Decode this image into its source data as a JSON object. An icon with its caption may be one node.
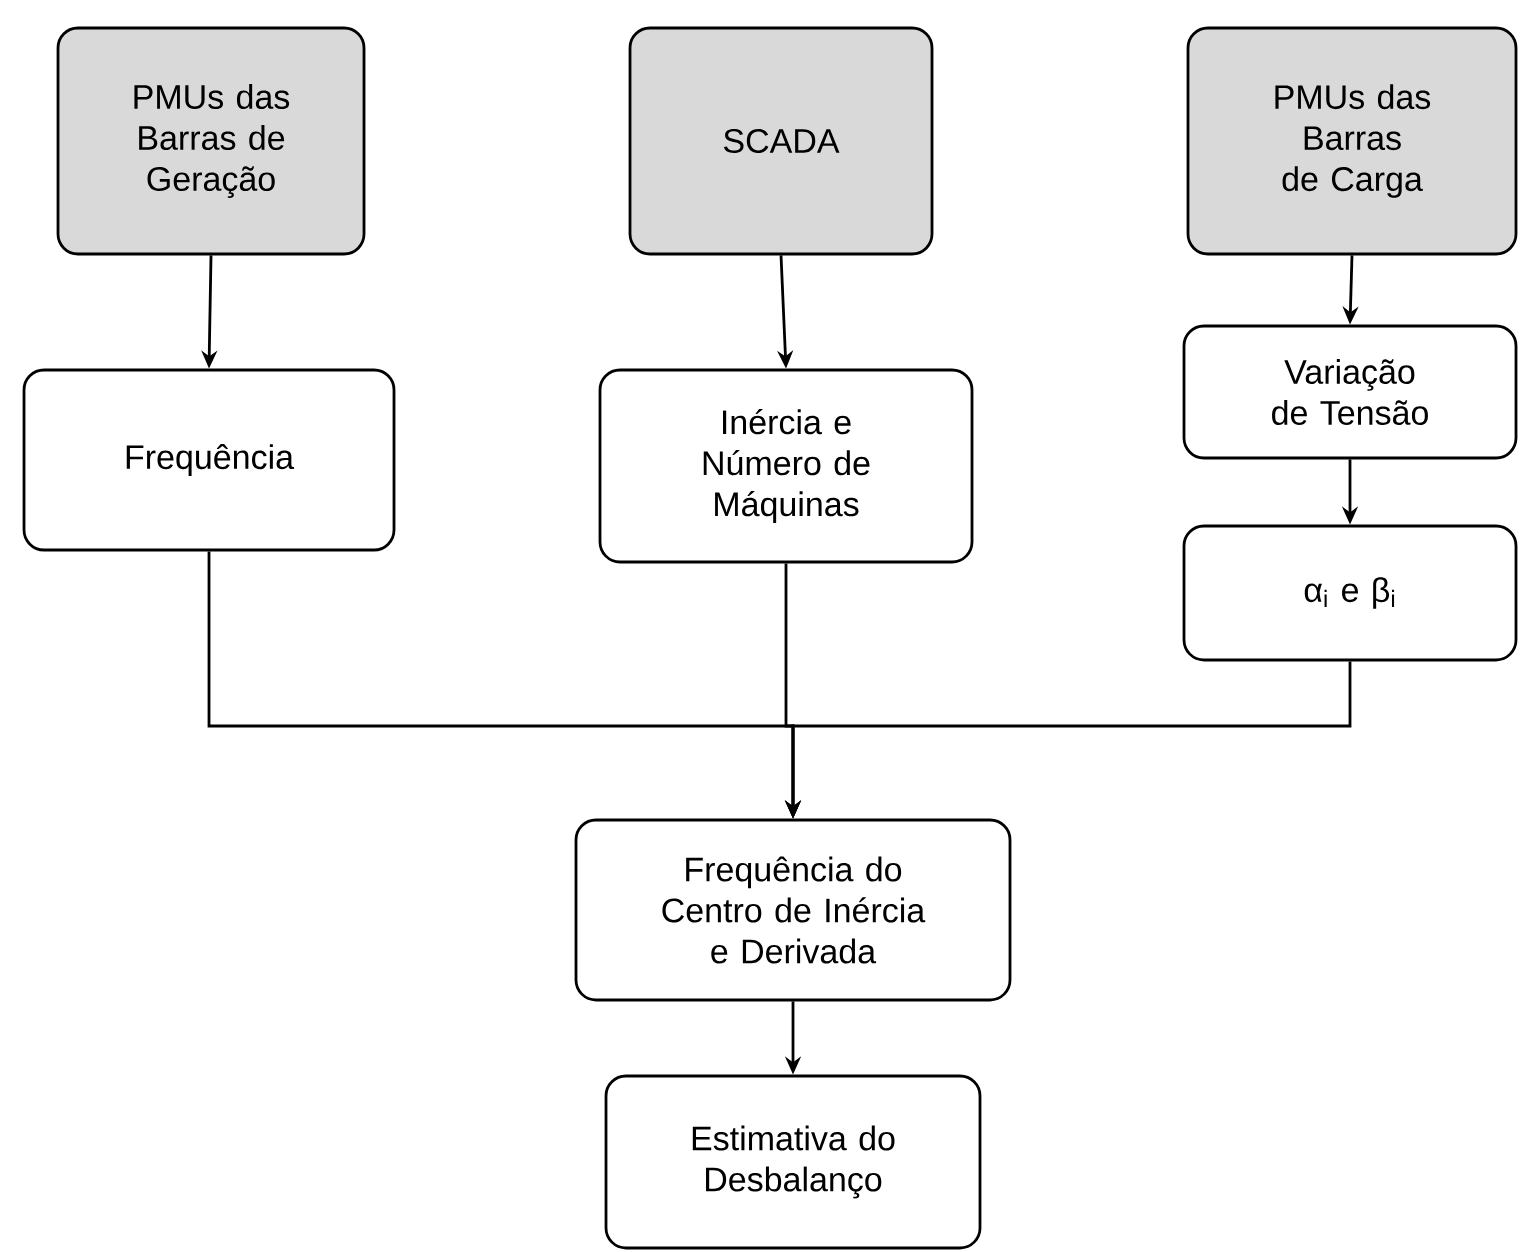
{
  "diagram": {
    "nodes": [
      {
        "text": [
          "PMUs das Barras de Geração"
        ]
      },
      {
        "text": [
          "SCADA"
        ]
      },
      {
        "text": [
          "PMUs das Barras de Carga"
        ]
      },
      {
        "text": [
          "Frequência"
        ]
      },
      {
        "text": [
          "Inércia e Número de Máquinas"
        ]
      },
      {
        "text": [
          "Variação de Tensão"
        ]
      },
      {
        "text": [
          "α$_{i}$ e β$_{i}$"
        ]
      },
      {
        "text": [
          "Frequência do Centro de Inércia e Derivada"
        ]
      },
      {
        "text": [
          "Estimativa do Desbalanço"
        ]
      }
    ],
    "edges": [
      {
        "from": 0,
        "to": 3,
        "arrow": "to"
      },
      {
        "from": 1,
        "to": 4,
        "arrow": "to"
      },
      {
        "from": 2,
        "to": 5,
        "arrow": "to"
      },
      {
        "from": 5,
        "to": 6,
        "arrow": "to"
      },
      {
        "from": 3,
        "to": 7,
        "arrow": "to"
      },
      {
        "from": 4,
        "to": 7,
        "arrow": "to"
      },
      {
        "from": 6,
        "to": 7,
        "arrow": "to"
      },
      {
        "from": 7,
        "to": 8,
        "arrow": "to"
      }
    ]
  }
}
